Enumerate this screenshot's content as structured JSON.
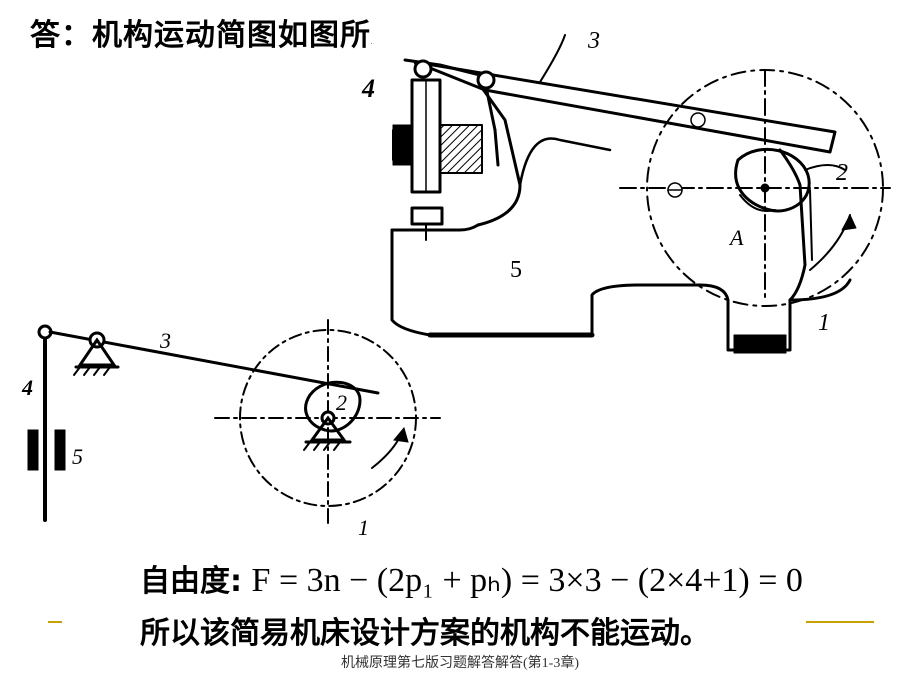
{
  "title": "答：机构运动简图如图所示",
  "photo": {
    "labels": {
      "l3": "3",
      "l4": "4",
      "l5": "5",
      "l2": "2",
      "l1": "1",
      "lA": "A"
    }
  },
  "schematic": {
    "labels": {
      "l3": "3",
      "l4": "4",
      "l5": "5",
      "l2": "2",
      "l1": "1"
    }
  },
  "formula": {
    "label": "自由度:",
    "expression": "F = 3n − (2p₁ + pₕ) = 3×3 − (2×4+1) = 0"
  },
  "conclusion": "所以该简易机床设计方案的机构不能运动。",
  "footer": "机械原理第七版习题解答解答(第1-3章)",
  "colors": {
    "accent_line": "#c8a000",
    "ink": "#000000"
  }
}
